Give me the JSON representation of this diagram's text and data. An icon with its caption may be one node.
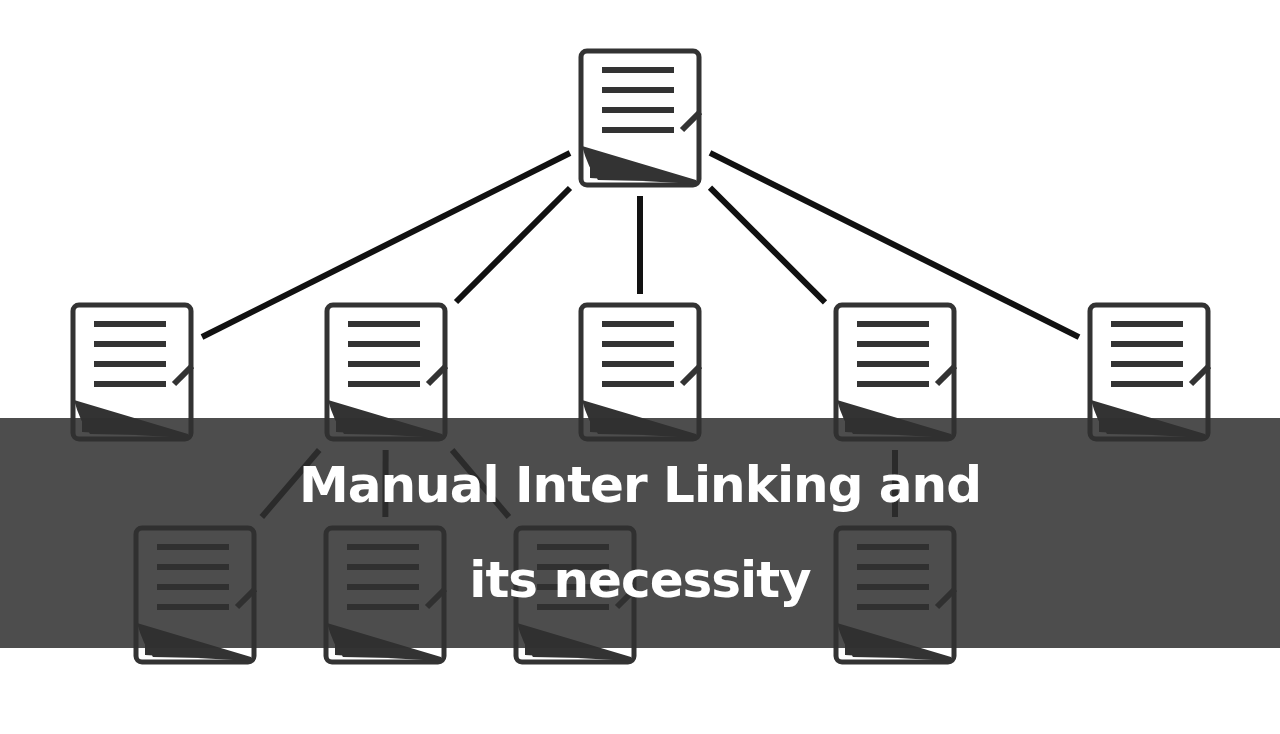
{
  "diagram": {
    "title": "Manual Inter Linking and its necessity",
    "nodes": [
      {
        "text": [],
        "shape": "document"
      },
      {
        "text": [],
        "shape": "document"
      },
      {
        "text": [],
        "shape": "document"
      },
      {
        "text": [],
        "shape": "document"
      },
      {
        "text": [],
        "shape": "document"
      },
      {
        "text": [],
        "shape": "document"
      },
      {
        "text": [],
        "shape": "document"
      },
      {
        "text": [],
        "shape": "document"
      },
      {
        "text": [],
        "shape": "document"
      },
      {
        "text": [],
        "shape": "document"
      }
    ],
    "edges": [
      {
        "from": 0,
        "to": 1,
        "arrow": "none"
      },
      {
        "from": 0,
        "to": 2,
        "arrow": "none"
      },
      {
        "from": 0,
        "to": 3,
        "arrow": "none"
      },
      {
        "from": 0,
        "to": 4,
        "arrow": "none"
      },
      {
        "from": 0,
        "to": 5,
        "arrow": "none"
      },
      {
        "from": 2,
        "to": 6,
        "arrow": "none"
      },
      {
        "from": 2,
        "to": 7,
        "arrow": "none"
      },
      {
        "from": 2,
        "to": 8,
        "arrow": "none"
      },
      {
        "from": 4,
        "to": 9,
        "arrow": "none"
      }
    ]
  }
}
